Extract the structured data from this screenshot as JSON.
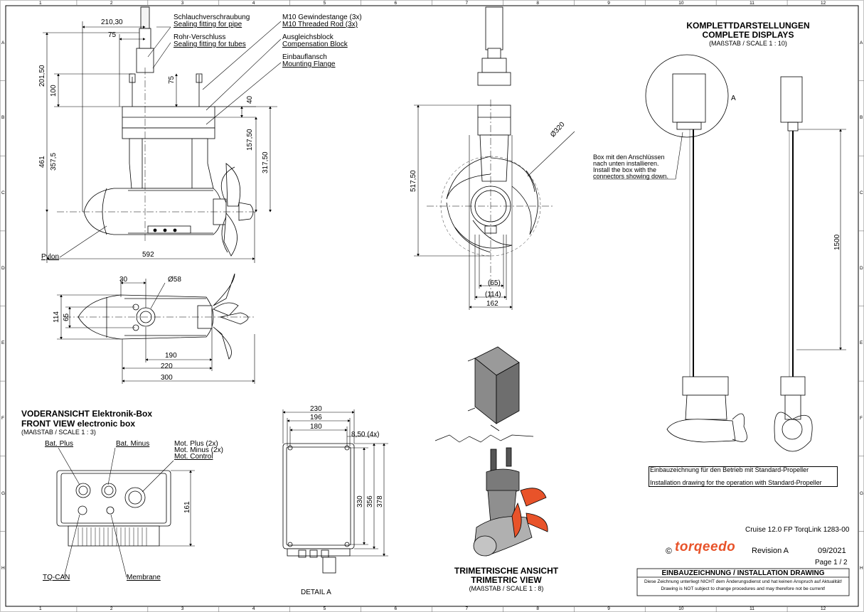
{
  "grid": {
    "columns": [
      "1",
      "2",
      "3",
      "4",
      "5",
      "6",
      "7",
      "8",
      "9",
      "10",
      "11",
      "12"
    ],
    "rows": [
      "A",
      "B",
      "C",
      "D",
      "E",
      "F",
      "G",
      "H"
    ]
  },
  "side_view": {
    "dims": [
      "210,30",
      "75",
      "201,50",
      "100",
      "75",
      "461",
      "357,5",
      "157,50",
      "317,50",
      "40",
      "592"
    ],
    "callouts": [
      {
        "de": "Schlauchverschraubung",
        "en": "Sealing fitting for pipe"
      },
      {
        "de": "Rohr-Verschluss",
        "en": "Sealing fitting for tubes"
      },
      {
        "de": "M10 Gewindestange (3x)",
        "en": "M10 Threaded Rod (3x)"
      },
      {
        "de": "Ausgleichsblock",
        "en": "Compensation Block"
      },
      {
        "de": "Einbauflansch",
        "en": "Mounting Flange"
      }
    ],
    "pylon_label": "Pylon"
  },
  "front_view": {
    "dims": [
      "517,50",
      "Ø320",
      "(65)",
      "(114)",
      "162"
    ]
  },
  "top_view": {
    "dims": [
      "30",
      "Ø58",
      "114",
      "65",
      "190",
      "220",
      "300"
    ]
  },
  "ebox_front": {
    "title_de": "VODERANSICHT Elektronik-Box",
    "title_en": "FRONT VIEW electronic box",
    "scale": "(MAßSTAB / SCALE 1 : 3)",
    "labels": {
      "bat_plus": "Bat. Plus",
      "bat_minus": "Bat. Minus",
      "mot_plus": "Mot. Plus (2x)",
      "mot_minus": "Mot. Minus (2x)",
      "mot_control": "Mot. Control",
      "tq_can": "TQ-CAN",
      "membrane": "Membrane"
    },
    "dim_height": "161"
  },
  "detail_a": {
    "label": "DETAIL A",
    "dims": [
      "230",
      "196",
      "180",
      "8,50 (4x)",
      "330",
      "356",
      "378"
    ]
  },
  "trimetric": {
    "title_de": "TRIMETRISCHE ANSICHT",
    "title_en": "TRIMETRIC VIEW",
    "scale": "(MAßSTAB / SCALE 1 : 8)"
  },
  "complete": {
    "title_de": "KOMPLETTDARSTELLUNGEN",
    "title_en": "COMPLETE DISPLAYS",
    "scale": "(MAßSTAB / SCALE 1 : 10)",
    "detail_marker": "A",
    "note": [
      "Box mit den Anschlüssen",
      "nach unten installieren.",
      "Install the box with the",
      "connectors showing down."
    ],
    "dim_length": "1500"
  },
  "title_block": {
    "box_de": "Einbauzeichnung für den Betrieb mit Standard-Propeller",
    "box_en": "Installation drawing for the operation with Standard-Propeller",
    "product": "Cruise 12.0 FP TorqLink 1283-00",
    "copyright": "©",
    "logo": "torqeedo",
    "revision": "Revision  A",
    "date": "09/2021",
    "page": "Page 1 / 2",
    "heading": "EINBAUZEICHNUNG / INSTALLATION DRAWING",
    "disclaimer_de": "Diese Zeichnung unterliegt NICHT dem Änderungsdienst und hat keinen Anspruch auf Aktualität!",
    "disclaimer_en": "Drawing is NOT subject to change procedures and may therefore not be current!",
    "accent_color": "#e8532a"
  }
}
